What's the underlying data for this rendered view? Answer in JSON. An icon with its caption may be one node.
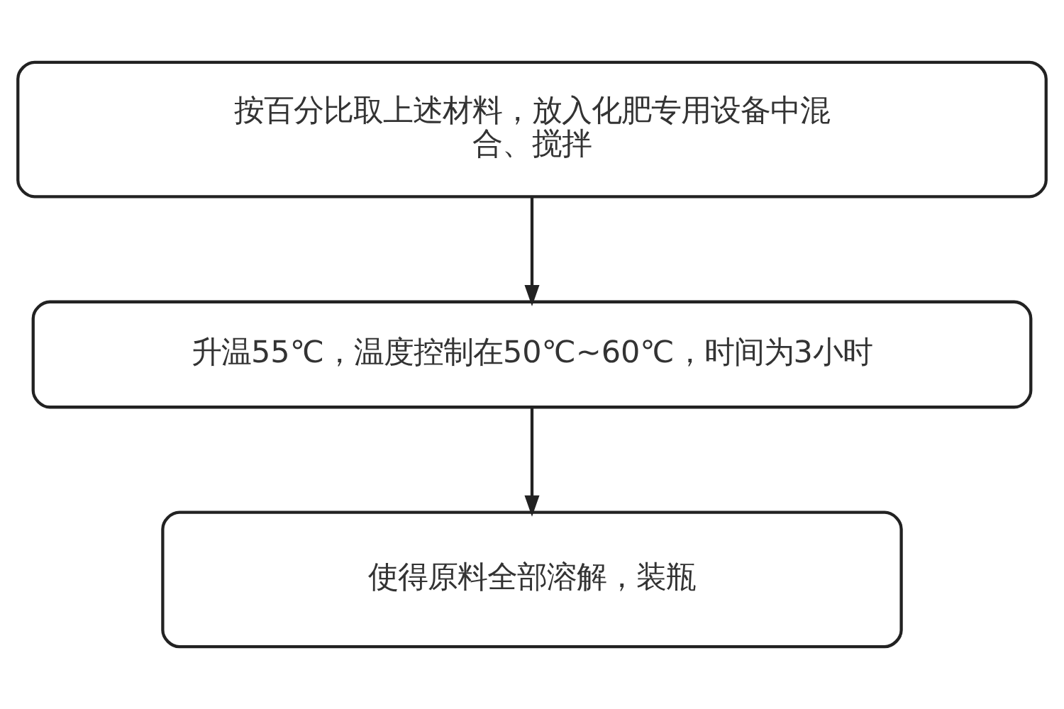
{
  "diagram": {
    "nodes": [
      {
        "text": [
          "按百分比取上述材料，放入化肥专用设备中混合、搅拌"
        ]
      },
      {
        "text": [
          "升温55℃，温度控制在50℃~60℃，时间为3小时"
        ]
      },
      {
        "text": [
          "使得原料全部溶解，装瓶"
        ]
      }
    ],
    "edges": [
      {
        "from": 0,
        "to": 1,
        "arrow": "to"
      },
      {
        "from": 1,
        "to": 2,
        "arrow": "to"
      }
    ]
  }
}
